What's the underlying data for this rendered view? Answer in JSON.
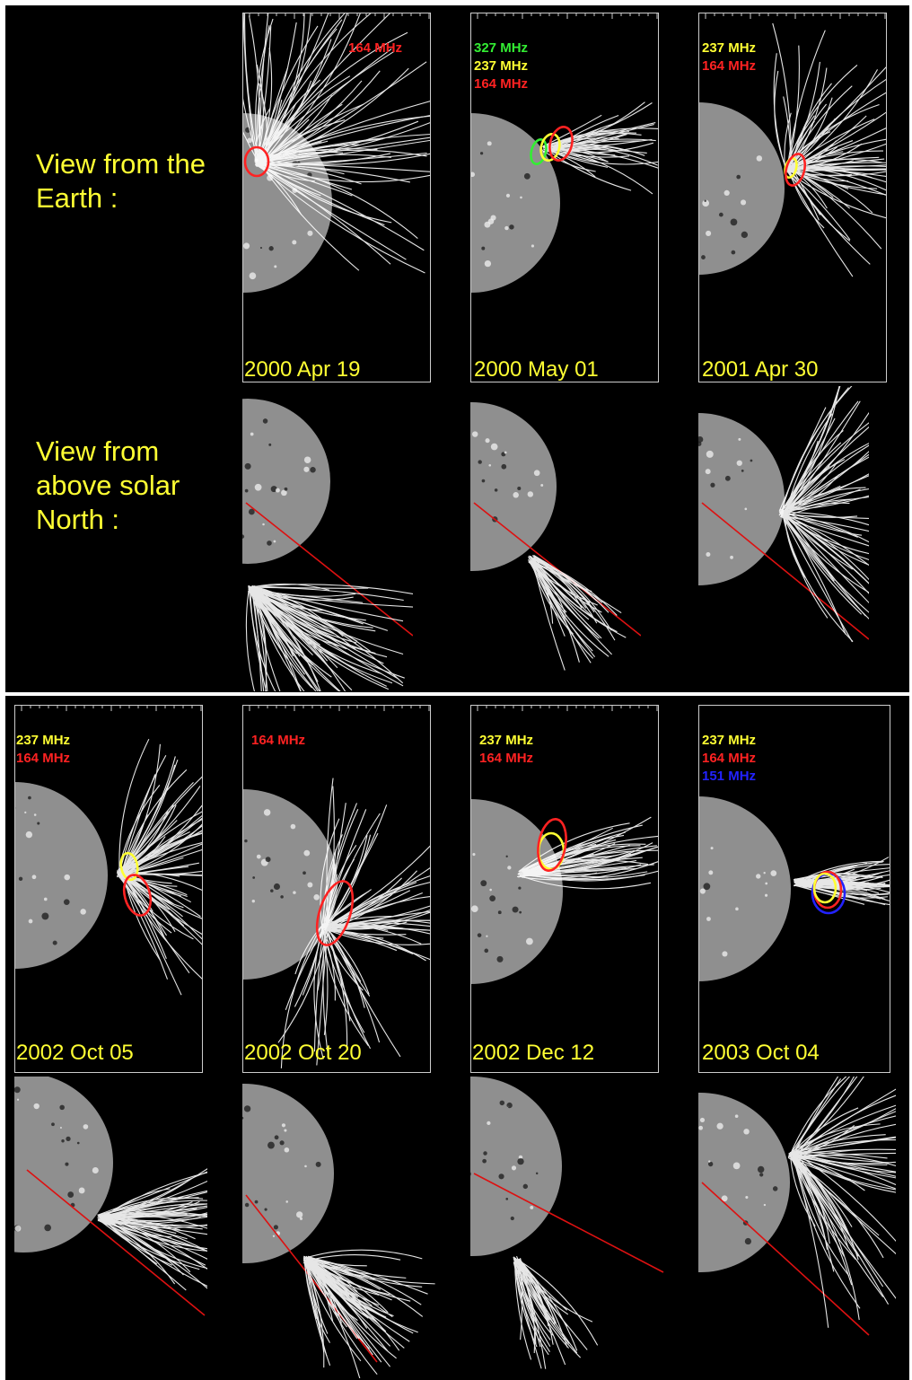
{
  "labels": {
    "earth_view": "View from the Earth :",
    "north_view": "View from above solar North :"
  },
  "colors": {
    "label_yellow": "#ffff33",
    "disk_gray": "#8f8f8f",
    "field_lines": "#ffffff",
    "line_of_sight": "#dd1111",
    "mhz_327": "#33ee33",
    "mhz_237": "#ffff33",
    "mhz_164": "#ff2222",
    "mhz_151": "#2222ff"
  },
  "events": [
    {
      "date": "2000 Apr 19",
      "freqs": [
        "164 MHz"
      ]
    },
    {
      "date": "2000 May 01",
      "freqs": [
        "327 MHz",
        "237 MHz",
        "164 MHz"
      ]
    },
    {
      "date": "2001 Apr 30",
      "freqs": [
        "237 MHz",
        "164 MHz"
      ]
    },
    {
      "date": "2002 Oct 05",
      "freqs": [
        "237 MHz",
        "164 MHz"
      ]
    },
    {
      "date": "2002 Oct 20",
      "freqs": [
        "164 MHz"
      ]
    },
    {
      "date": "2002 Dec 12",
      "freqs": [
        "237 MHz",
        "164 MHz"
      ]
    },
    {
      "date": "2003 Oct 04",
      "freqs": [
        "237 MHz",
        "164 MHz",
        "151 MHz"
      ]
    }
  ]
}
